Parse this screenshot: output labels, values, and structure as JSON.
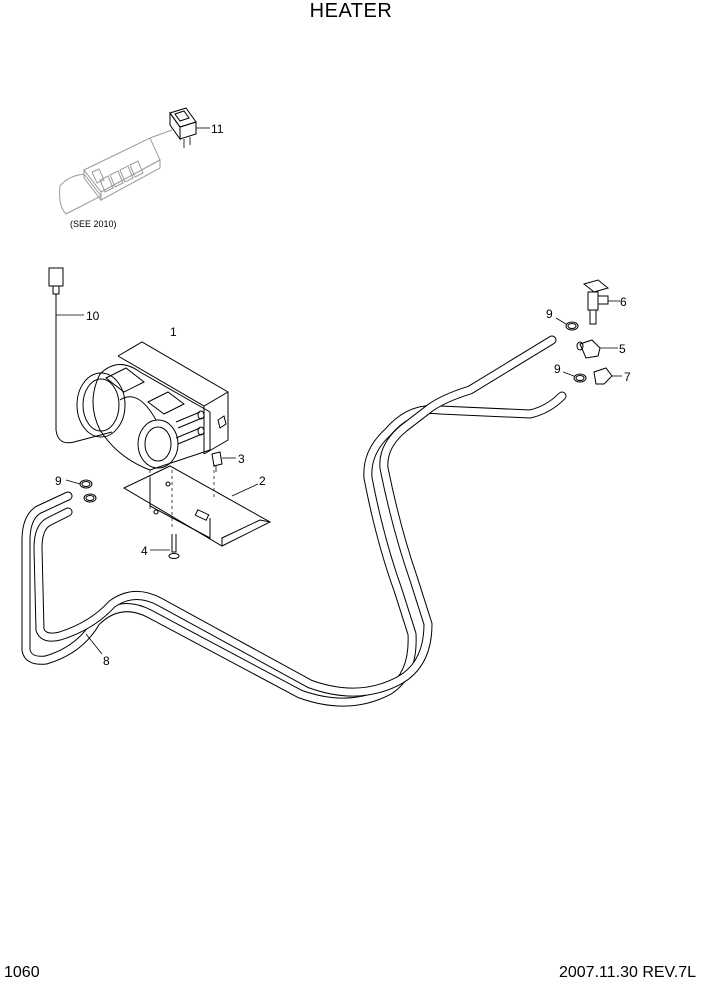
{
  "title": "HEATER",
  "page_number": "1060",
  "revision": "2007.11.30  REV.7L",
  "note": "(SEE 2010)",
  "callouts": {
    "c1": "1",
    "c2": "2",
    "c3": "3",
    "c4": "4",
    "c5": "5",
    "c6": "6",
    "c7": "7",
    "c8": "8",
    "c9a": "9",
    "c9b": "9",
    "c9c": "9",
    "c10": "10",
    "c11": "11"
  }
}
